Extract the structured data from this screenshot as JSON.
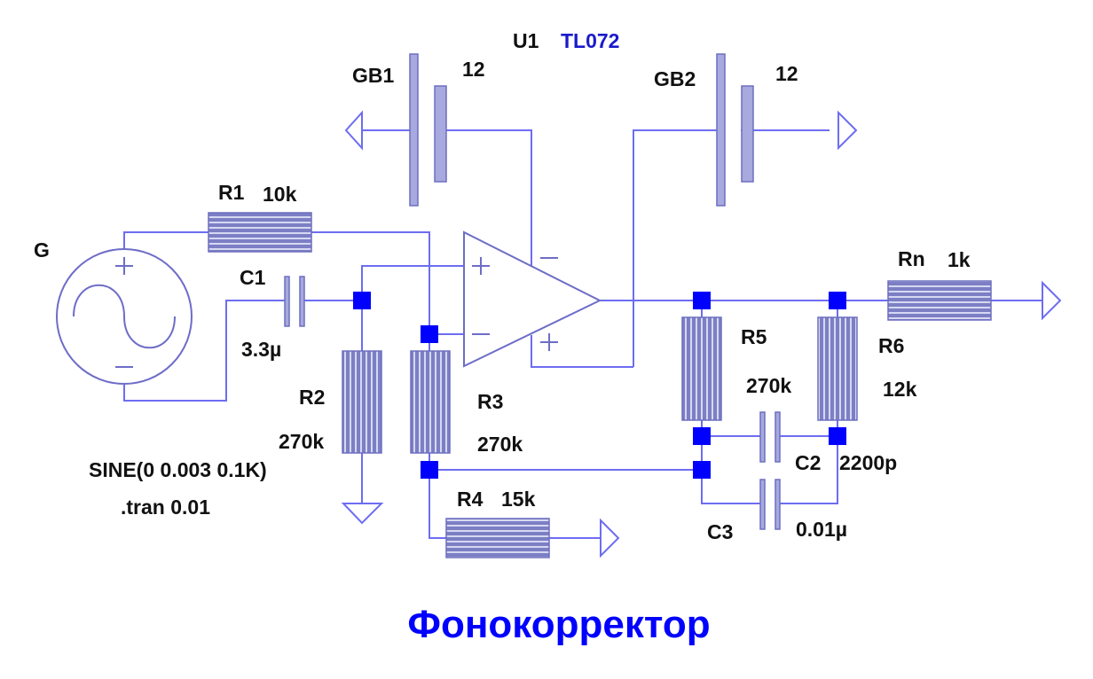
{
  "title": "Фонокорректор",
  "opamp": {
    "ref": "U1",
    "model": "TL072"
  },
  "components": {
    "GB1": {
      "ref": "GB1",
      "value": "12"
    },
    "GB2": {
      "ref": "GB2",
      "value": "12"
    },
    "G": {
      "ref": "G",
      "source": "SINE(0 0.003 0.1K)"
    },
    "R1": {
      "ref": "R1",
      "value": "10k"
    },
    "C1": {
      "ref": "C1",
      "value": "3.3µ"
    },
    "R2": {
      "ref": "R2",
      "value": "270k"
    },
    "R3": {
      "ref": "R3",
      "value": "270k"
    },
    "R4": {
      "ref": "R4",
      "value": "15k"
    },
    "R5": {
      "ref": "R5",
      "value": "270k"
    },
    "R6": {
      "ref": "R6",
      "value": "12k"
    },
    "C2": {
      "ref": "C2",
      "value": "2200p"
    },
    "C3": {
      "ref": "C3",
      "value": "0.01µ"
    },
    "Rn": {
      "ref": "Rn",
      "value": "1k"
    }
  },
  "directive": ".tran 0.01",
  "pin_marks": {
    "plus": "+",
    "minus": "−"
  },
  "colors": {
    "wire": "#6d6df2",
    "junction": "#0000ff",
    "title": "#0000ff",
    "model": "#1a1acc"
  }
}
